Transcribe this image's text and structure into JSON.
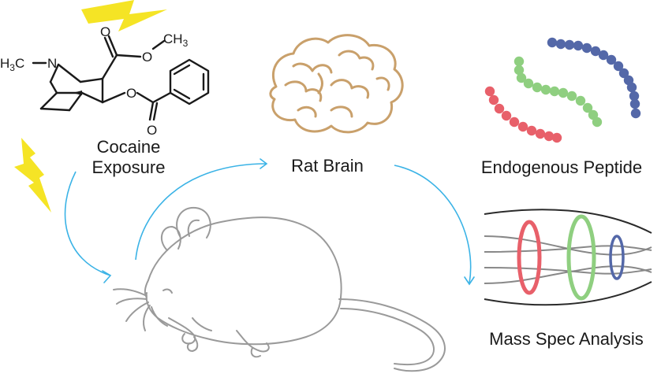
{
  "labels": {
    "cocaine_line1": "Cocaine",
    "cocaine_line2": "Exposure",
    "rat_brain": "Rat Brain",
    "peptide": "Endogenous Peptide",
    "mass_spec": "Mass Spec Analysis"
  },
  "molecule": {
    "methyl_left_H": "H",
    "methyl_left_sub": "3",
    "methyl_left_C": "C",
    "nitrogen": "N",
    "ester_O1": "O",
    "ester_O2": "O",
    "ester_CH3": "CH",
    "ester_CH3_sub": "3",
    "benzoyl_O1": "O",
    "benzoyl_O2": "O"
  },
  "colors": {
    "lightning": "#f5e425",
    "arrow": "#3bb3e6",
    "bead_red": "#e8606a",
    "bead_green": "#8fcf80",
    "bead_blue": "#5468a8",
    "brain": "#c9a06b",
    "mouse": "#9a9a9a",
    "ion_paths": "#2a2a2a",
    "ion_inner": "#888888"
  },
  "peptides": [
    {
      "name": "red",
      "color_key": "bead_red"
    },
    {
      "name": "green",
      "color_key": "bead_green"
    },
    {
      "name": "blue",
      "color_key": "bead_blue"
    }
  ]
}
